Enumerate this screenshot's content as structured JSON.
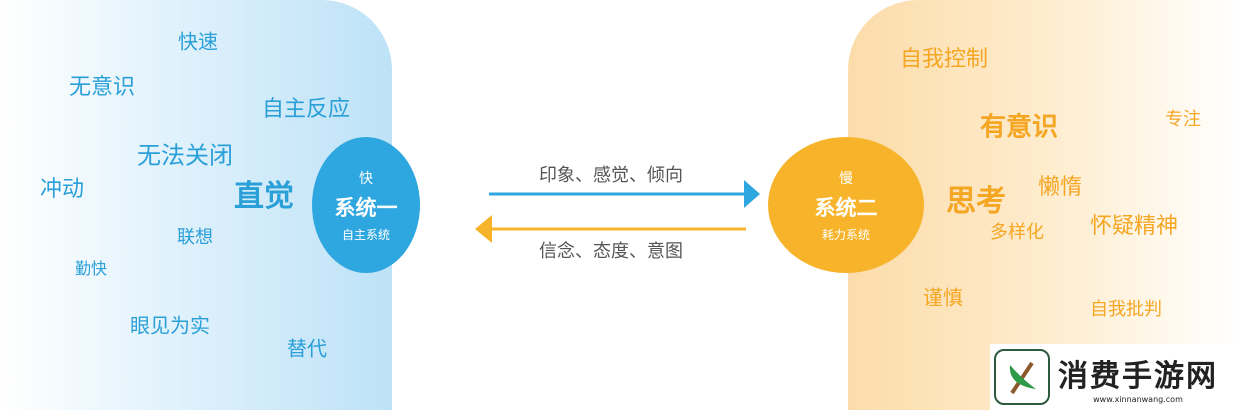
{
  "colors": {
    "blue": "#2ea6df",
    "orange": "#f7b42b"
  },
  "left_words": [
    "快速",
    "无意识",
    "自主反应",
    "无法关闭",
    "冲动",
    "直觉",
    "联想",
    "勤快",
    "眼见为实",
    "替代"
  ],
  "right_words": [
    "自我控制",
    "有意识",
    "专注",
    "懒惰",
    "思考",
    "怀疑精神",
    "多样化",
    "谨慎",
    "自我批判"
  ],
  "system1": {
    "speed": "快",
    "name": "系统一",
    "sub": "自主系统"
  },
  "system2": {
    "speed": "慢",
    "name": "系统二",
    "sub": "耗力系统"
  },
  "arrows": {
    "forward": "印象、感觉、倾向",
    "backward": "信念、态度、意图"
  },
  "watermark": {
    "title": "消费手游网",
    "url": "www.xinnanwang.com"
  }
}
